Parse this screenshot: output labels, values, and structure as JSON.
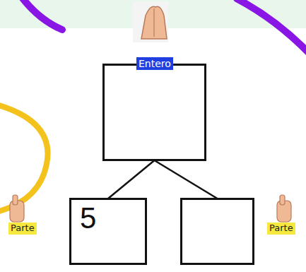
{
  "diagram": {
    "nodes": [
      {
        "text": [
          "Entero"
        ]
      },
      {
        "text": [
          "Parte",
          "5"
        ]
      },
      {
        "text": [
          "Parte"
        ]
      }
    ],
    "edges": [
      {
        "from": 0,
        "to": 1,
        "arrow": "none"
      },
      {
        "from": 0,
        "to": 2,
        "arrow": "none"
      }
    ]
  }
}
